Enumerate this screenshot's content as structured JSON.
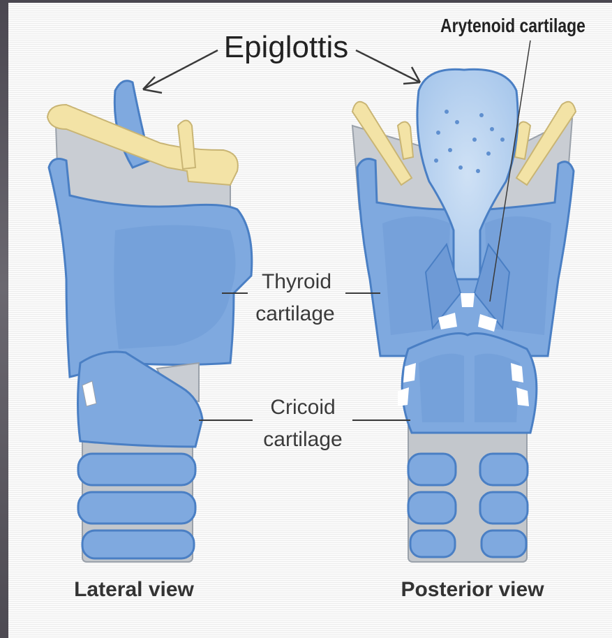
{
  "labels": {
    "epiglottis": "Epiglottis",
    "arytenoid": "Arytenoid cartilage",
    "thyroid_line1": "Thyroid",
    "thyroid_line2": "cartilage",
    "cricoid_line1": "Cricoid",
    "cricoid_line2": "cartilage"
  },
  "views": {
    "lateral": "Lateral view",
    "posterior": "Posterior view"
  },
  "colors": {
    "cartilage_blue": "#7fa9df",
    "cartilage_outline": "#4a7fc4",
    "hyoid_yellow": "#f3e3a6",
    "membrane_grey": "#c9cdd3",
    "trachea_grey": "#c3c7cc"
  }
}
